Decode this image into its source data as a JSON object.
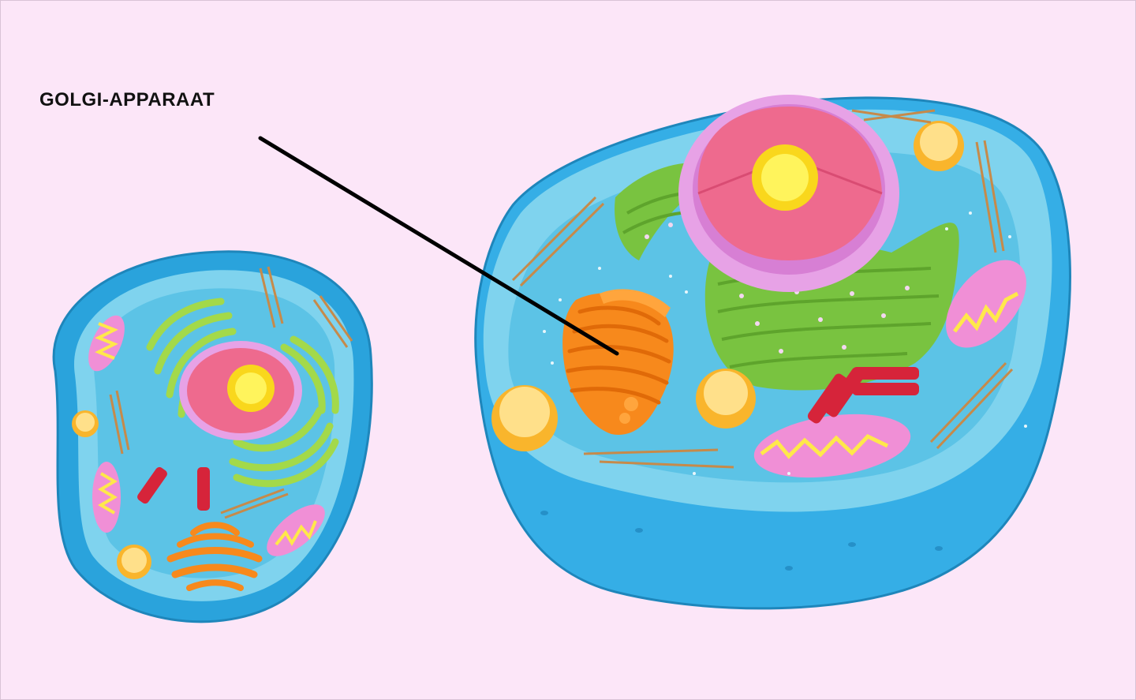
{
  "label": {
    "text": "GOLGI-APPARAAT"
  },
  "colors": {
    "background": "#fce6f8",
    "membrane": "#2aa3dc",
    "cytoplasm": "#7fd3ee",
    "nucleus": "#ee6a8e",
    "nuclear_envelope": "#e7a2e6",
    "nucleolus": "#ffee33",
    "golgi": "#f7891c",
    "rough_er": "#79c340",
    "smooth_er": "#a3d94a",
    "mitochondrion": "#f08fd6",
    "centriole": "#d6243a",
    "lysosome": "#f9b52c",
    "cytoskeleton": "#c68a4a",
    "leader_line": "#000000"
  },
  "icons": [
    "animal-cell-2d",
    "animal-cell-3d",
    "golgi-apparatus",
    "nucleus",
    "mitochondrion",
    "centriole",
    "lysosome"
  ]
}
